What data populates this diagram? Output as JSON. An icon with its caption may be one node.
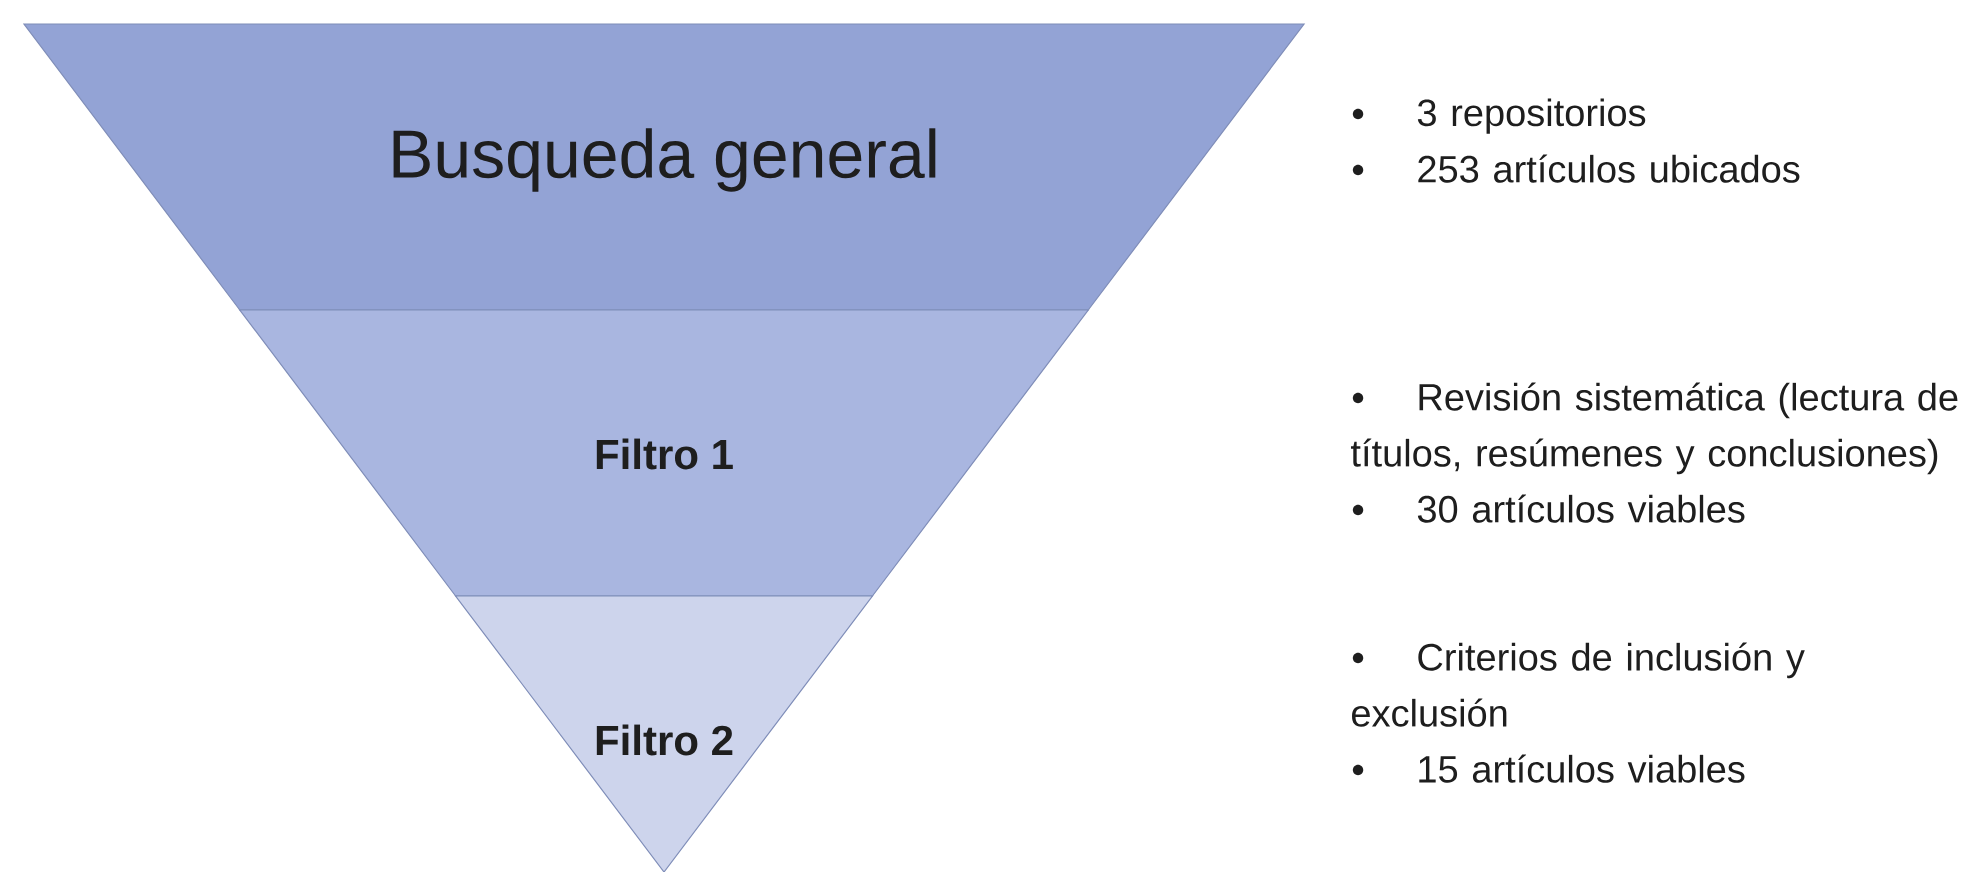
{
  "diagram": {
    "nodes": [
      {
        "text": [
          "Busqueda general"
        ],
        "beside": [
          "3 repositorios",
          "253 artículos ubicados"
        ]
      },
      {
        "text": [
          "Filtro 1"
        ],
        "beside": [
          "Revisión sistemática (lectura de títulos, resúmenes y conclusiones)",
          "30 artículos viables"
        ]
      },
      {
        "text": [
          "Filtro 2"
        ],
        "beside": [
          "Criterios de inclusión y exclusión",
          "15 artículos viables"
        ]
      }
    ]
  }
}
